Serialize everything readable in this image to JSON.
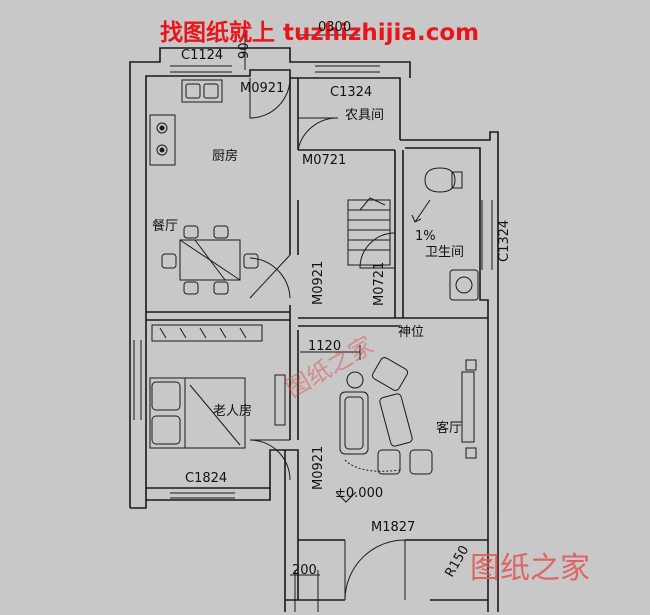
{
  "watermark_top": "找图纸就上 tuzhizhijia.com",
  "watermark_bottom": "图纸之家",
  "watermark_center": "图纸之家",
  "rooms": {
    "kitchen": "厨房",
    "dining": "餐厅",
    "storage": "农具间",
    "bathroom": "卫生间",
    "shrine": "神位",
    "elder_bedroom": "老人房",
    "living": "客厅"
  },
  "windows": {
    "kitchen_window": "C1124",
    "storage_window": "C1324",
    "bath_window": "C1324",
    "elder_window": "C1824"
  },
  "doors": {
    "kitchen_back_door": "M0921",
    "storage_door": "M0721",
    "dining_door": "M0921",
    "bath_door": "M0721",
    "elder_door": "M0921",
    "main_door": "M1827"
  },
  "dimensions": {
    "top_offset": "0300",
    "left_top": "90",
    "living_width": "1120",
    "step": "200",
    "radius": "R150"
  },
  "annotations": {
    "slope": "1%",
    "elevation": "±0.000"
  },
  "colors": {
    "background": "#c8c8c8",
    "wall_line": "#1a1a1a",
    "watermark": "#e8151b"
  }
}
